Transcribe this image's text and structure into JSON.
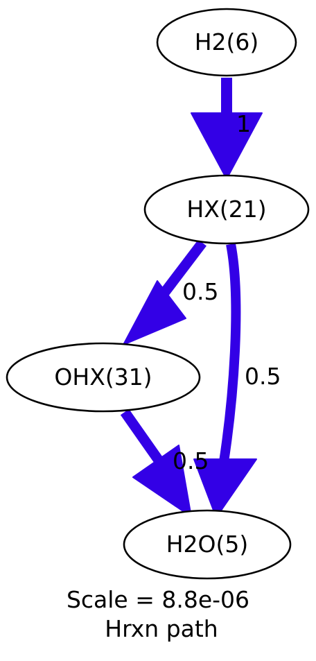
{
  "colors": {
    "edge": "#3300e6",
    "node_stroke": "#000000",
    "background": "#ffffff"
  },
  "nodes": [
    {
      "id": "h2",
      "label": "H2(6)"
    },
    {
      "id": "hx",
      "label": "HX(21)"
    },
    {
      "id": "ohx",
      "label": "OHX(31)"
    },
    {
      "id": "h2o",
      "label": "H2O(5)"
    }
  ],
  "edges": [
    {
      "from": "H2(6)",
      "to": "HX(21)",
      "label": "1"
    },
    {
      "from": "HX(21)",
      "to": "OHX(31)",
      "label": "0.5"
    },
    {
      "from": "HX(21)",
      "to": "H2O(5)",
      "label": "0.5"
    },
    {
      "from": "OHX(31)",
      "to": "H2O(5)",
      "label": "0.5"
    }
  ],
  "caption": {
    "line1": "Scale = 8.8e-06",
    "line2": "Hrxn path"
  }
}
